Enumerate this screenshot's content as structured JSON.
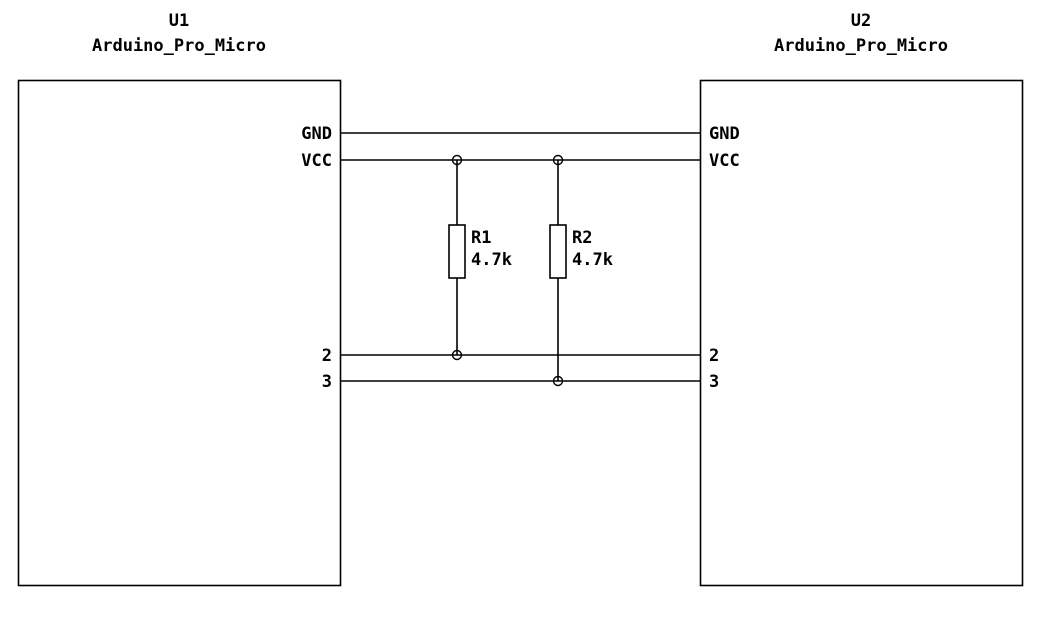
{
  "schematic": {
    "background_color": "#ffffff",
    "wire_color": "#000000",
    "components": {
      "u1": {
        "ref": "U1",
        "value": "Arduino_Pro_Micro",
        "pins": [
          {
            "name": "GND"
          },
          {
            "name": "VCC"
          },
          {
            "name": "2"
          },
          {
            "name": "3"
          }
        ]
      },
      "u2": {
        "ref": "U2",
        "value": "Arduino_Pro_Micro",
        "pins": [
          {
            "name": "GND"
          },
          {
            "name": "VCC"
          },
          {
            "name": "2"
          },
          {
            "name": "3"
          }
        ]
      },
      "r1": {
        "ref": "R1",
        "value": "4.7k"
      },
      "r2": {
        "ref": "R2",
        "value": "4.7k"
      }
    }
  }
}
